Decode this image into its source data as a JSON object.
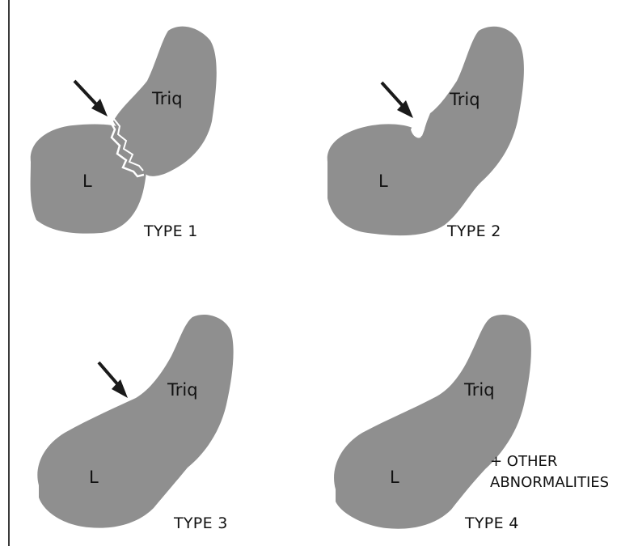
{
  "panels": [
    {
      "bone_labels": {
        "lunate": "L",
        "triquetrum": "Triq"
      },
      "type_label": "TYPE 1",
      "arrow": true
    },
    {
      "bone_labels": {
        "lunate": "L",
        "triquetrum": "Triq"
      },
      "type_label": "TYPE 2",
      "arrow": true
    },
    {
      "bone_labels": {
        "lunate": "L",
        "triquetrum": "Triq"
      },
      "type_label": "TYPE 3",
      "arrow": true
    },
    {
      "bone_labels": {
        "lunate": "L",
        "triquetrum": "Triq"
      },
      "type_label": "TYPE 4",
      "arrow": false,
      "note_line1": "+ OTHER",
      "note_line2": "ABNORMALITIES"
    }
  ],
  "colors": {
    "bone": "#8f8f8f",
    "arrow": "#1a1a1a",
    "divider": "#3a3a3a",
    "background": "#ffffff"
  }
}
